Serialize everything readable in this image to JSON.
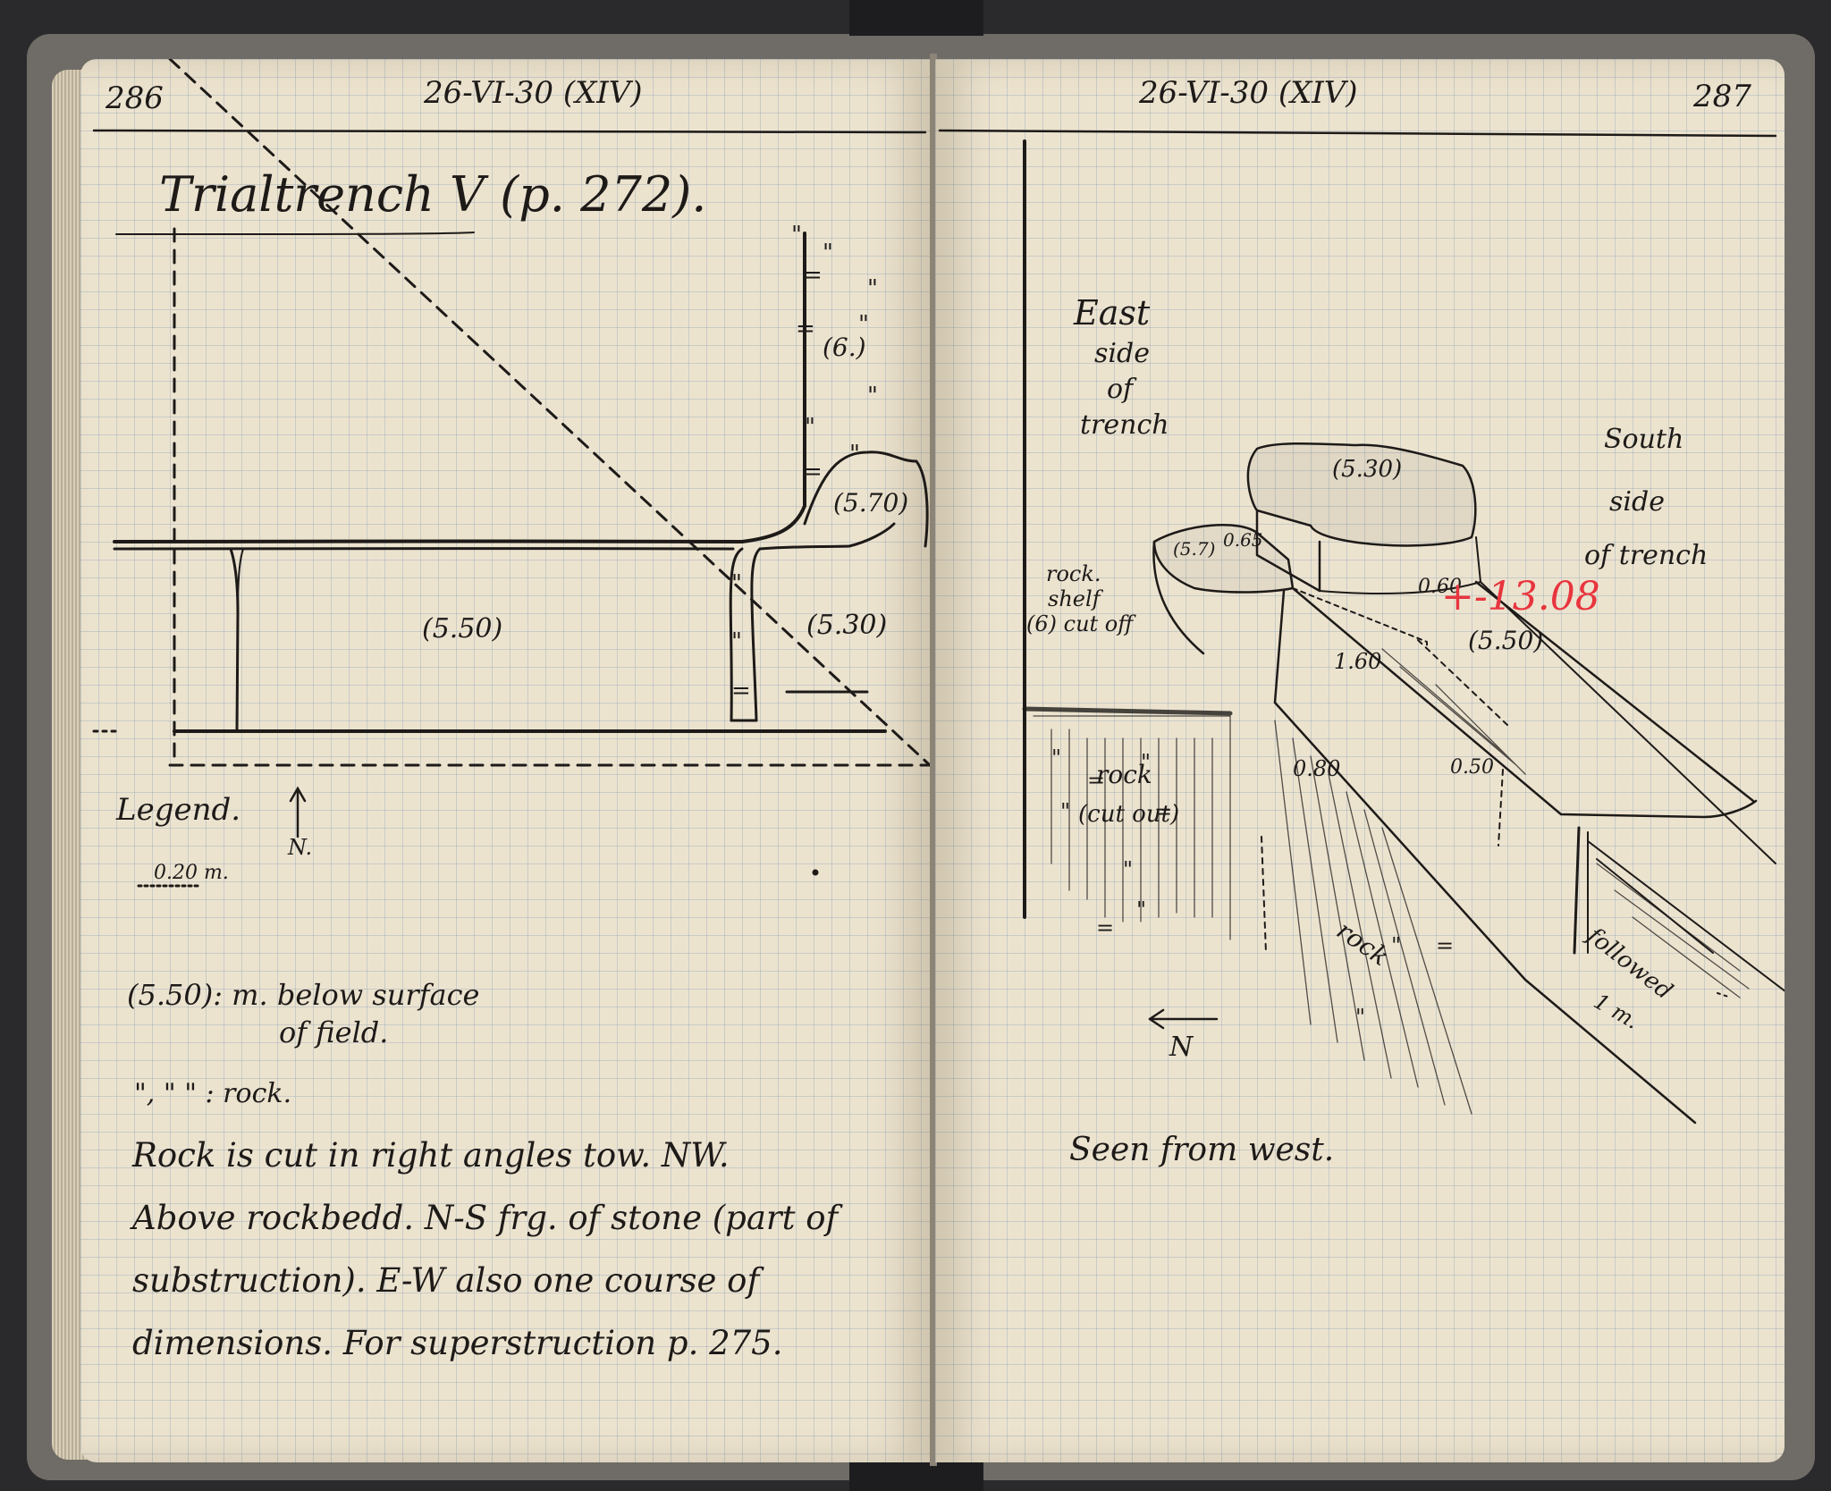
{
  "left_page": {
    "page_number": "286",
    "date": "26-VI-30 (XIV)",
    "title": "Trialtrench V (p. 272).",
    "plan_labels": {
      "depth_a": "(5.50)",
      "depth_b": "(5.30)",
      "depth_c": "(5.70)",
      "depth_d": "(6.)"
    },
    "legend": {
      "heading": "Legend.",
      "north": "N.",
      "scale": "0.20 m.",
      "depth_note_line1": "(5.50): m. below surface",
      "depth_note_line2": "of field.",
      "rock_note": "\", \" \" : rock."
    },
    "notes": [
      "Rock is cut in right angles tow. NW.",
      "Above rockbedd. N-S frg. of stone (part of",
      "substruction). E-W also one course of",
      "dimensions. For superstruction p. 275."
    ]
  },
  "right_page": {
    "page_number": "287",
    "date": "26-VI-30 (XIV)",
    "labels": {
      "east_1": "East",
      "east_2": "side",
      "east_3": "of",
      "east_4": "trench",
      "south_1": "South",
      "south_2": "side",
      "south_3": "of trench",
      "block_top": "(5.30)",
      "block_small": "(5.7)",
      "meas_065": "0.65",
      "meas_060": "0.60",
      "meas_160": "1.60",
      "meas_550": "(5.50)",
      "meas_080": "0.80",
      "meas_050": "0.50",
      "shelf_1": "rock.",
      "shelf_2": "shelf",
      "shelf_3": "(6) cut off",
      "rock_cut_1": "rock",
      "rock_cut_2": "(cut out)",
      "rock": "rock",
      "followed_1": "followed",
      "followed_2": "1 m.",
      "north": "N",
      "caption": "Seen from west."
    },
    "stamp": "+-13.08"
  },
  "colors": {
    "ink": "#1d1a18",
    "paper": "#ece3cf",
    "grid": "#8ca0bf",
    "stamp": "#e8353e"
  }
}
